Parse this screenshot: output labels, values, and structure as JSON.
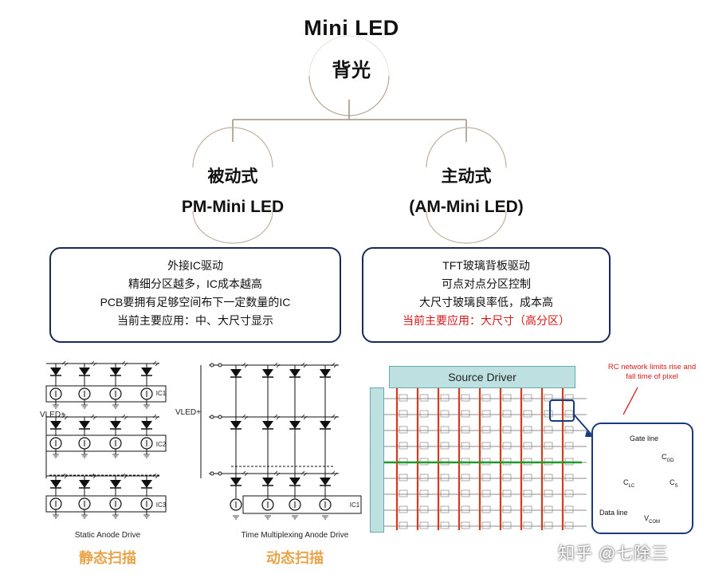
{
  "root": {
    "line1": "Mini LED",
    "line2": "背光"
  },
  "left": {
    "label1": "被动式",
    "label2": "PM-Mini LED",
    "box_lines": [
      "外接IC驱动",
      "精细分区越多，IC成本越高",
      "PCB要拥有足够空间布下一定数量的IC",
      "当前主要应用：中、大尺寸显示"
    ],
    "static_caption_en": "Static Anode Drive",
    "static_caption_cn": "静态扫描",
    "dynamic_caption_en": "Time Multiplexing Anode Drive",
    "dynamic_caption_cn": "动态扫描",
    "vled_label": "VLED+",
    "ic_labels": [
      "IC1",
      "IC2",
      "IC3"
    ],
    "ic_dynamic_label": "IC1"
  },
  "right": {
    "label1": "主动式",
    "label2": "(AM-Mini LED)",
    "box_lines": [
      "TFT玻璃背板驱动",
      "可点对点分区控制",
      "大尺寸玻璃良率低，成本高"
    ],
    "box_highlight": "当前主要应用：大尺寸（高分区）",
    "source_driver": "Source Driver",
    "rc_note": "RC network limits rise and fall time of pixel",
    "gate_line": "Gate line",
    "data_line": "Data line",
    "cgd": "C",
    "cgd_sub": "GD",
    "clc": "C",
    "clc_sub": "LC",
    "cs": "C",
    "cs_sub": "S",
    "vcom": "V",
    "vcom_sub": "COM"
  },
  "watermark": "知乎 @七除三",
  "colors": {
    "box_border": "#1a2a56",
    "highlight_red": "#d41a1a",
    "caption_orange": "#e8a44a",
    "tree_line": "#a09080",
    "data_line_red": "#d63a1a",
    "gate_line_green": "#1f9a2a",
    "source_driver_bg": "#bfe0e0"
  }
}
